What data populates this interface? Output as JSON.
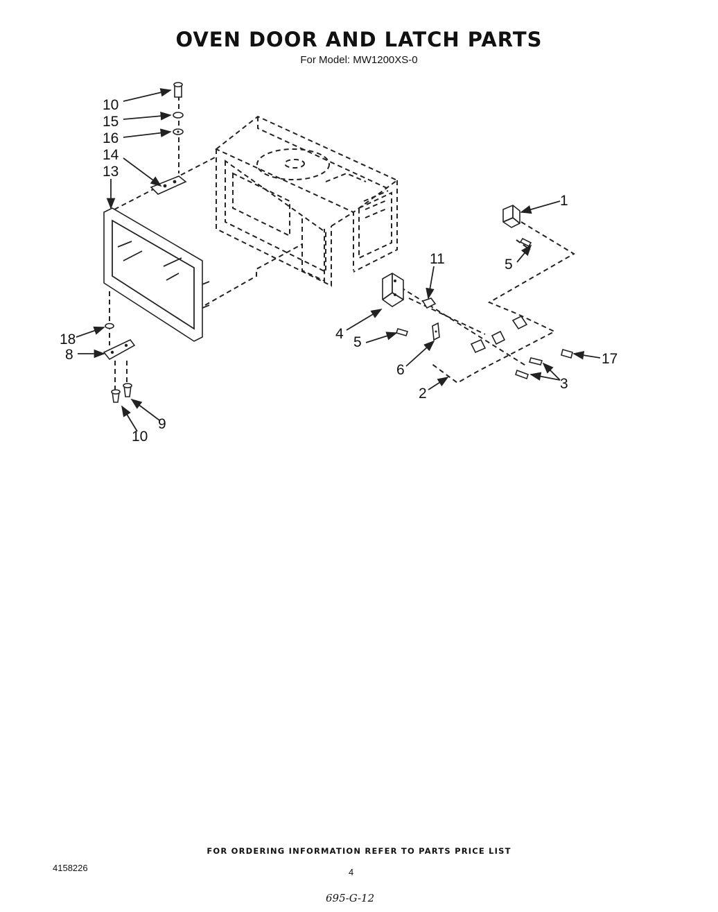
{
  "header": {
    "title": "OVEN DOOR AND LATCH PARTS",
    "subtitle": "For Model: MW1200XS-0"
  },
  "callouts": {
    "c1": "1",
    "c2": "2",
    "c3": "3",
    "c4": "4",
    "c5a": "5",
    "c5b": "5",
    "c6": "6",
    "c8": "8",
    "c9": "9",
    "c10a": "10",
    "c10b": "10",
    "c11": "11",
    "c13": "13",
    "c14": "14",
    "c15": "15",
    "c16": "16",
    "c17": "17",
    "c18": "18"
  },
  "footer": {
    "ordering_note": "FOR ORDERING INFORMATION REFER TO PARTS PRICE LIST",
    "doc_number": "4158226",
    "page_number": "4",
    "handwritten_note": "695-G-12"
  }
}
